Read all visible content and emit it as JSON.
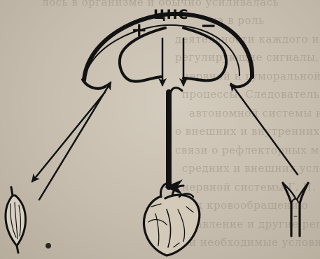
{
  "labels": {
    "center": "ЦНС",
    "plus": "+",
    "minus": "−"
  },
  "background_text": [
    "лось в организме и обычно усиливалась",
    "на в роль",
    "деятельности каждого из органов",
    "регулирующие сигналы, в механизмах",
    "нервной и гуморальной регуляции",
    "процессы. Следовательно, сердце, пищевод",
    "автономной системы и другие органы",
    "о внешних и внутренних изменениях",
    "связи о рефлекторных механизмах",
    "средних и внешних условиях",
    "нервной системы Г. Н. Кассиля",
    "к кровообращению",
    "давление и другие регуляторы",
    "и необходимые условия"
  ],
  "colors": {
    "ink": "#121212",
    "paper": "#c9c1b3"
  },
  "icons": {
    "muscle": "spindle-muscle-icon",
    "heart": "heart-icon",
    "vessel": "branching-vessel-icon"
  }
}
